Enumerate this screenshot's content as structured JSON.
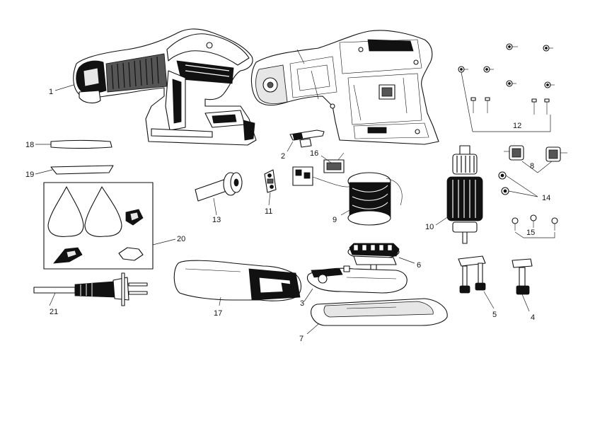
{
  "labels": {
    "p1": "1",
    "p2": "2",
    "p3": "3",
    "p4": "4",
    "p5": "5",
    "p6": "6",
    "p7": "7",
    "p8": "8",
    "p9": "9",
    "p10": "10",
    "p11": "11",
    "p12": "12",
    "p13": "13",
    "p14": "14",
    "p15": "15",
    "p16": "16",
    "p17": "17",
    "p18": "18",
    "p19": "19",
    "p20": "20",
    "p21": "21"
  }
}
